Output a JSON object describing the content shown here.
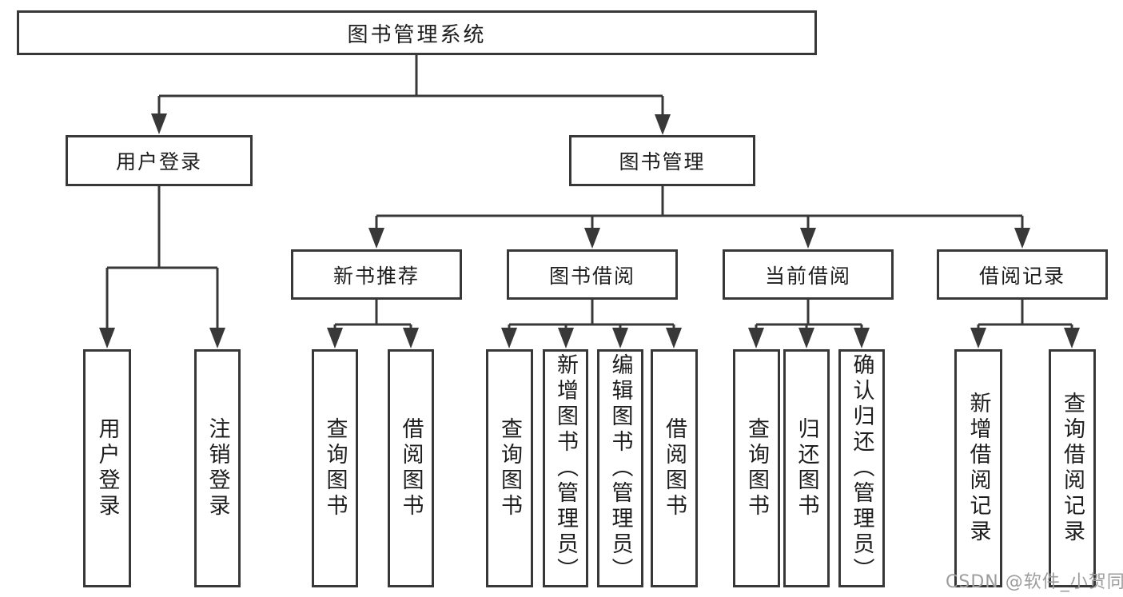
{
  "tree": {
    "root": {
      "label": "图书管理系统"
    },
    "branches": [
      {
        "label": "用户登录",
        "children": [
          {
            "label": "用户登录"
          },
          {
            "label": "注销登录"
          }
        ]
      },
      {
        "label": "图书管理",
        "children": [
          {
            "label": "新书推荐",
            "children": [
              {
                "label": "查询图书"
              },
              {
                "label": "借阅图书"
              }
            ]
          },
          {
            "label": "图书借阅",
            "children": [
              {
                "label": "查询图书"
              },
              {
                "label": "新增图书（管理员）"
              },
              {
                "label": "编辑图书（管理员）"
              },
              {
                "label": "借阅图书"
              }
            ]
          },
          {
            "label": "当前借阅",
            "children": [
              {
                "label": "查询图书"
              },
              {
                "label": "归还图书"
              },
              {
                "label": "确认归还（管理员）"
              }
            ]
          },
          {
            "label": "借阅记录",
            "children": [
              {
                "label": "新增借阅记录"
              },
              {
                "label": "查询借阅记录"
              }
            ]
          }
        ]
      }
    ]
  },
  "watermark": {
    "text": "CSDN @软件_小贺同学"
  },
  "colors": {
    "line": "#383838",
    "ink": "#1d1d1d",
    "watermark": "#9d9d9d",
    "background": "#ffffff"
  }
}
